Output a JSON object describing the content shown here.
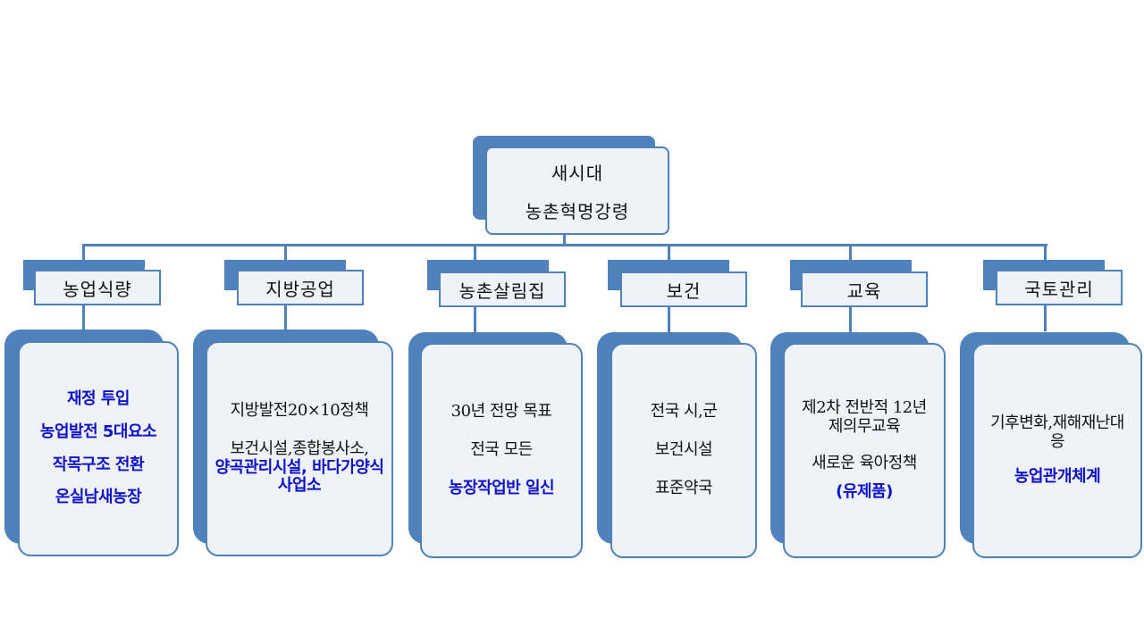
{
  "root": {
    "line1": "새시대",
    "line2": "농촌혁명강령"
  },
  "categories": [
    {
      "label": "농업식량",
      "items": [
        {
          "text": "재정 투입",
          "highlight": true
        },
        {
          "text": "농업발전 5대요소",
          "highlight": true
        },
        {
          "text": "작목구조 전환",
          "highlight": true
        },
        {
          "text": "온실남새농장",
          "highlight": true
        }
      ]
    },
    {
      "label": "지방공업",
      "items": [
        {
          "text": "지방발전20×10정책",
          "highlight": false
        },
        {
          "text": "보건시설,종합봉사소,",
          "highlight": false
        },
        {
          "text": "양곡관리시설, 바다가양식사업소",
          "highlight": true
        }
      ]
    },
    {
      "label": "농촌살림집",
      "items": [
        {
          "text": "30년 전망 목표",
          "highlight": false
        },
        {
          "text": "전국 모든",
          "highlight": false
        },
        {
          "text": "농장작업반 일신",
          "highlight": true
        }
      ]
    },
    {
      "label": "보건",
      "items": [
        {
          "text": "전국 시,군",
          "highlight": false
        },
        {
          "text": "보건시설",
          "highlight": false
        },
        {
          "text": "표준약국",
          "highlight": false
        }
      ]
    },
    {
      "label": "교육",
      "items": [
        {
          "text": "제2차 전반적 12년제의무교육",
          "highlight": false
        },
        {
          "text": "새로운 육아정책",
          "highlight": false
        },
        {
          "text": "(유제품)",
          "highlight": true
        }
      ]
    },
    {
      "label": "국토관리",
      "items": [
        {
          "text": "기후변화,재해재난대응",
          "highlight": false
        },
        {
          "text": "농업관개체계",
          "highlight": true
        }
      ]
    }
  ],
  "colors": {
    "accent": "#4f81bd",
    "box_fill": "#eef3fa",
    "highlight_text": "#1010cc"
  }
}
